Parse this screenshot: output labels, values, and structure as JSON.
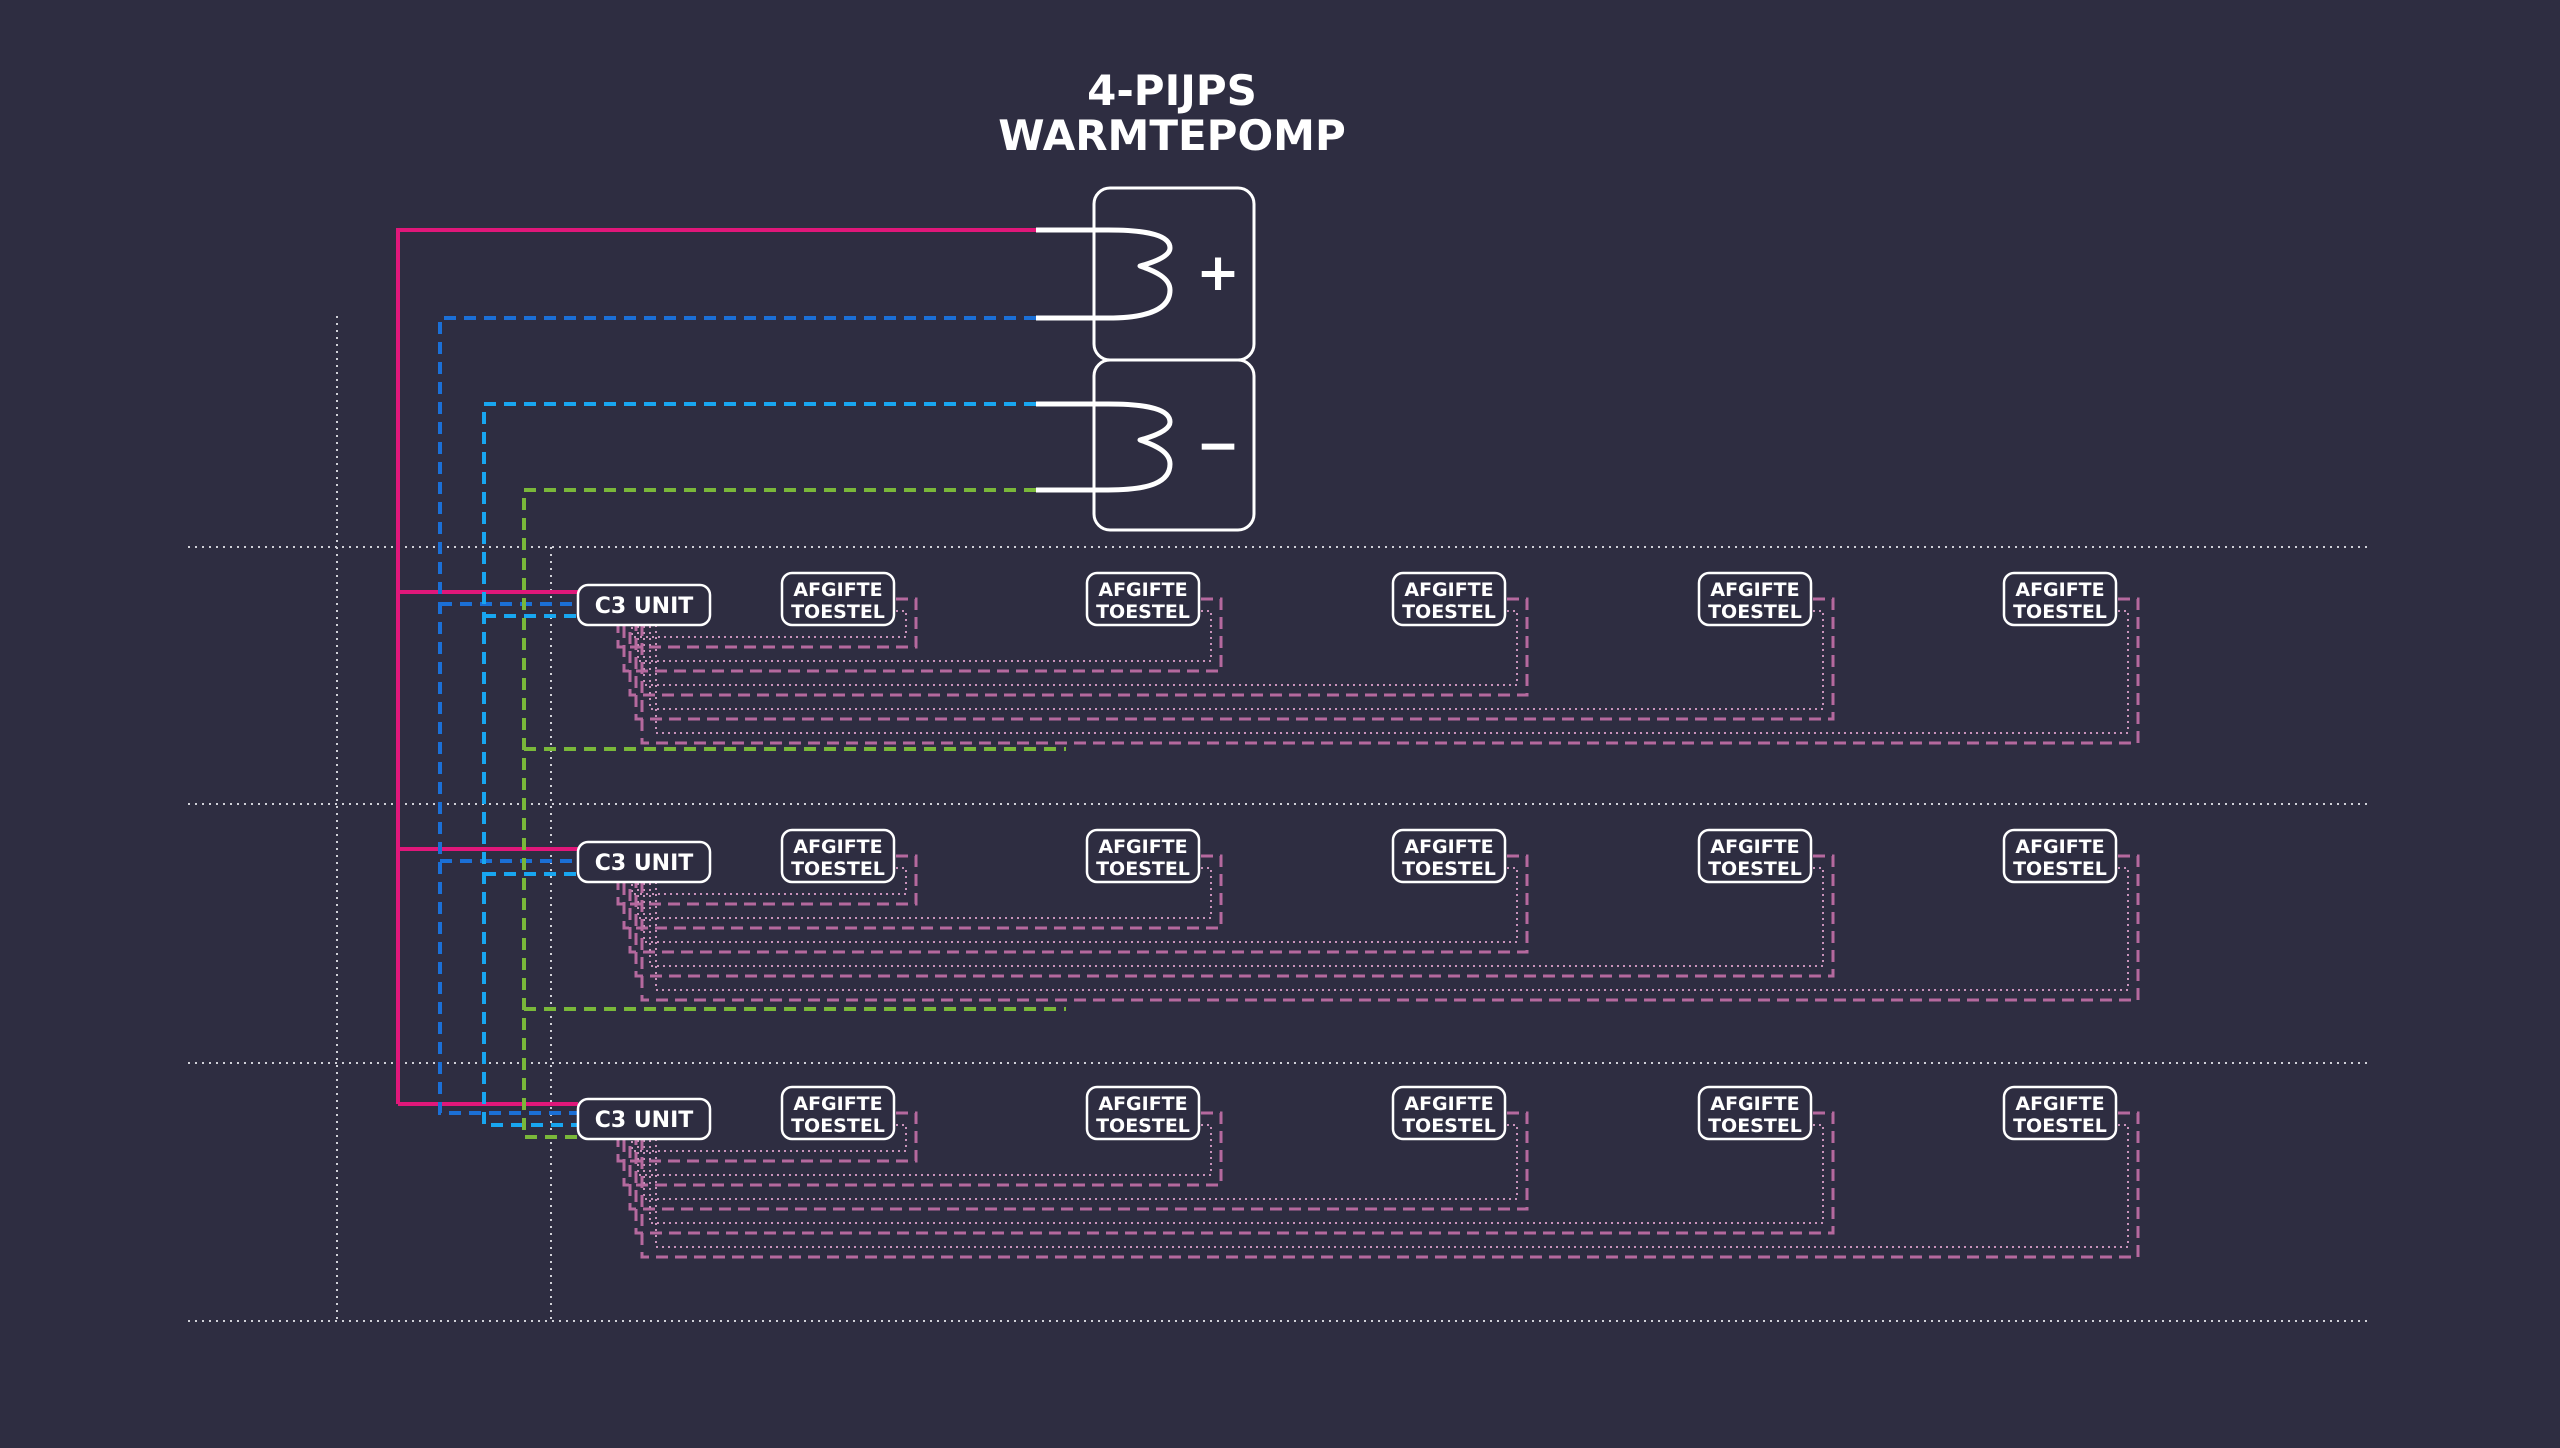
{
  "title": {
    "line1": "4-PIJPS",
    "line2": "WARMTEPOMP"
  },
  "heat_pump": {
    "plus_symbol": "+",
    "minus_symbol": "−"
  },
  "floors": [
    {
      "unit_label": "C3 UNIT",
      "devices": [
        {
          "line1": "AFGIFTE",
          "line2": "TOESTEL"
        },
        {
          "line1": "AFGIFTE",
          "line2": "TOESTEL"
        },
        {
          "line1": "AFGIFTE",
          "line2": "TOESTEL"
        },
        {
          "line1": "AFGIFTE",
          "line2": "TOESTEL"
        },
        {
          "line1": "AFGIFTE",
          "line2": "TOESTEL"
        }
      ]
    },
    {
      "unit_label": "C3 UNIT",
      "devices": [
        {
          "line1": "AFGIFTE",
          "line2": "TOESTEL"
        },
        {
          "line1": "AFGIFTE",
          "line2": "TOESTEL"
        },
        {
          "line1": "AFGIFTE",
          "line2": "TOESTEL"
        },
        {
          "line1": "AFGIFTE",
          "line2": "TOESTEL"
        },
        {
          "line1": "AFGIFTE",
          "line2": "TOESTEL"
        }
      ]
    },
    {
      "unit_label": "C3 UNIT",
      "devices": [
        {
          "line1": "AFGIFTE",
          "line2": "TOESTEL"
        },
        {
          "line1": "AFGIFTE",
          "line2": "TOESTEL"
        },
        {
          "line1": "AFGIFTE",
          "line2": "TOESTEL"
        },
        {
          "line1": "AFGIFTE",
          "line2": "TOESTEL"
        },
        {
          "line1": "AFGIFTE",
          "line2": "TOESTEL"
        }
      ]
    }
  ],
  "colors": {
    "background": "#2e2d41",
    "hot_supply": "#e0177a",
    "cold_supply_dark": "#1b6fd6",
    "cold_supply_light": "#18a6f0",
    "return_green": "#7ab83a",
    "distribution_pink": "#b5699e",
    "distribution_light": "#c993bb",
    "grid_white": "#d0d0d8",
    "box_stroke": "#ffffff"
  }
}
